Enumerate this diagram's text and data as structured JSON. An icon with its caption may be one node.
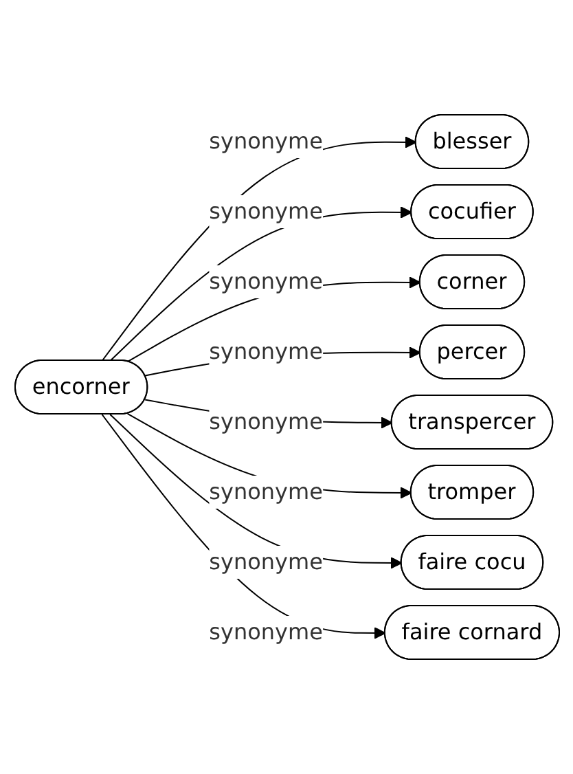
{
  "diagram": {
    "nodes": [
      {
        "text": [
          "encorner"
        ]
      },
      {
        "text": [
          "blesser"
        ]
      },
      {
        "text": [
          "cocufier"
        ]
      },
      {
        "text": [
          "corner"
        ]
      },
      {
        "text": [
          "percer"
        ]
      },
      {
        "text": [
          "transpercer"
        ]
      },
      {
        "text": [
          "tromper"
        ]
      },
      {
        "text": [
          "faire cocu"
        ]
      },
      {
        "text": [
          "faire cornard"
        ]
      }
    ],
    "edges": [
      {
        "from": 0,
        "to": 1,
        "arrow": "to",
        "label": "synonyme"
      },
      {
        "from": 0,
        "to": 2,
        "arrow": "to",
        "label": "synonyme"
      },
      {
        "from": 0,
        "to": 3,
        "arrow": "to",
        "label": "synonyme"
      },
      {
        "from": 0,
        "to": 4,
        "arrow": "to",
        "label": "synonyme"
      },
      {
        "from": 0,
        "to": 5,
        "arrow": "to",
        "label": "synonyme"
      },
      {
        "from": 0,
        "to": 6,
        "arrow": "to",
        "label": "synonyme"
      },
      {
        "from": 0,
        "to": 7,
        "arrow": "to",
        "label": "synonyme"
      },
      {
        "from": 0,
        "to": 8,
        "arrow": "to",
        "label": "synonyme"
      }
    ]
  }
}
